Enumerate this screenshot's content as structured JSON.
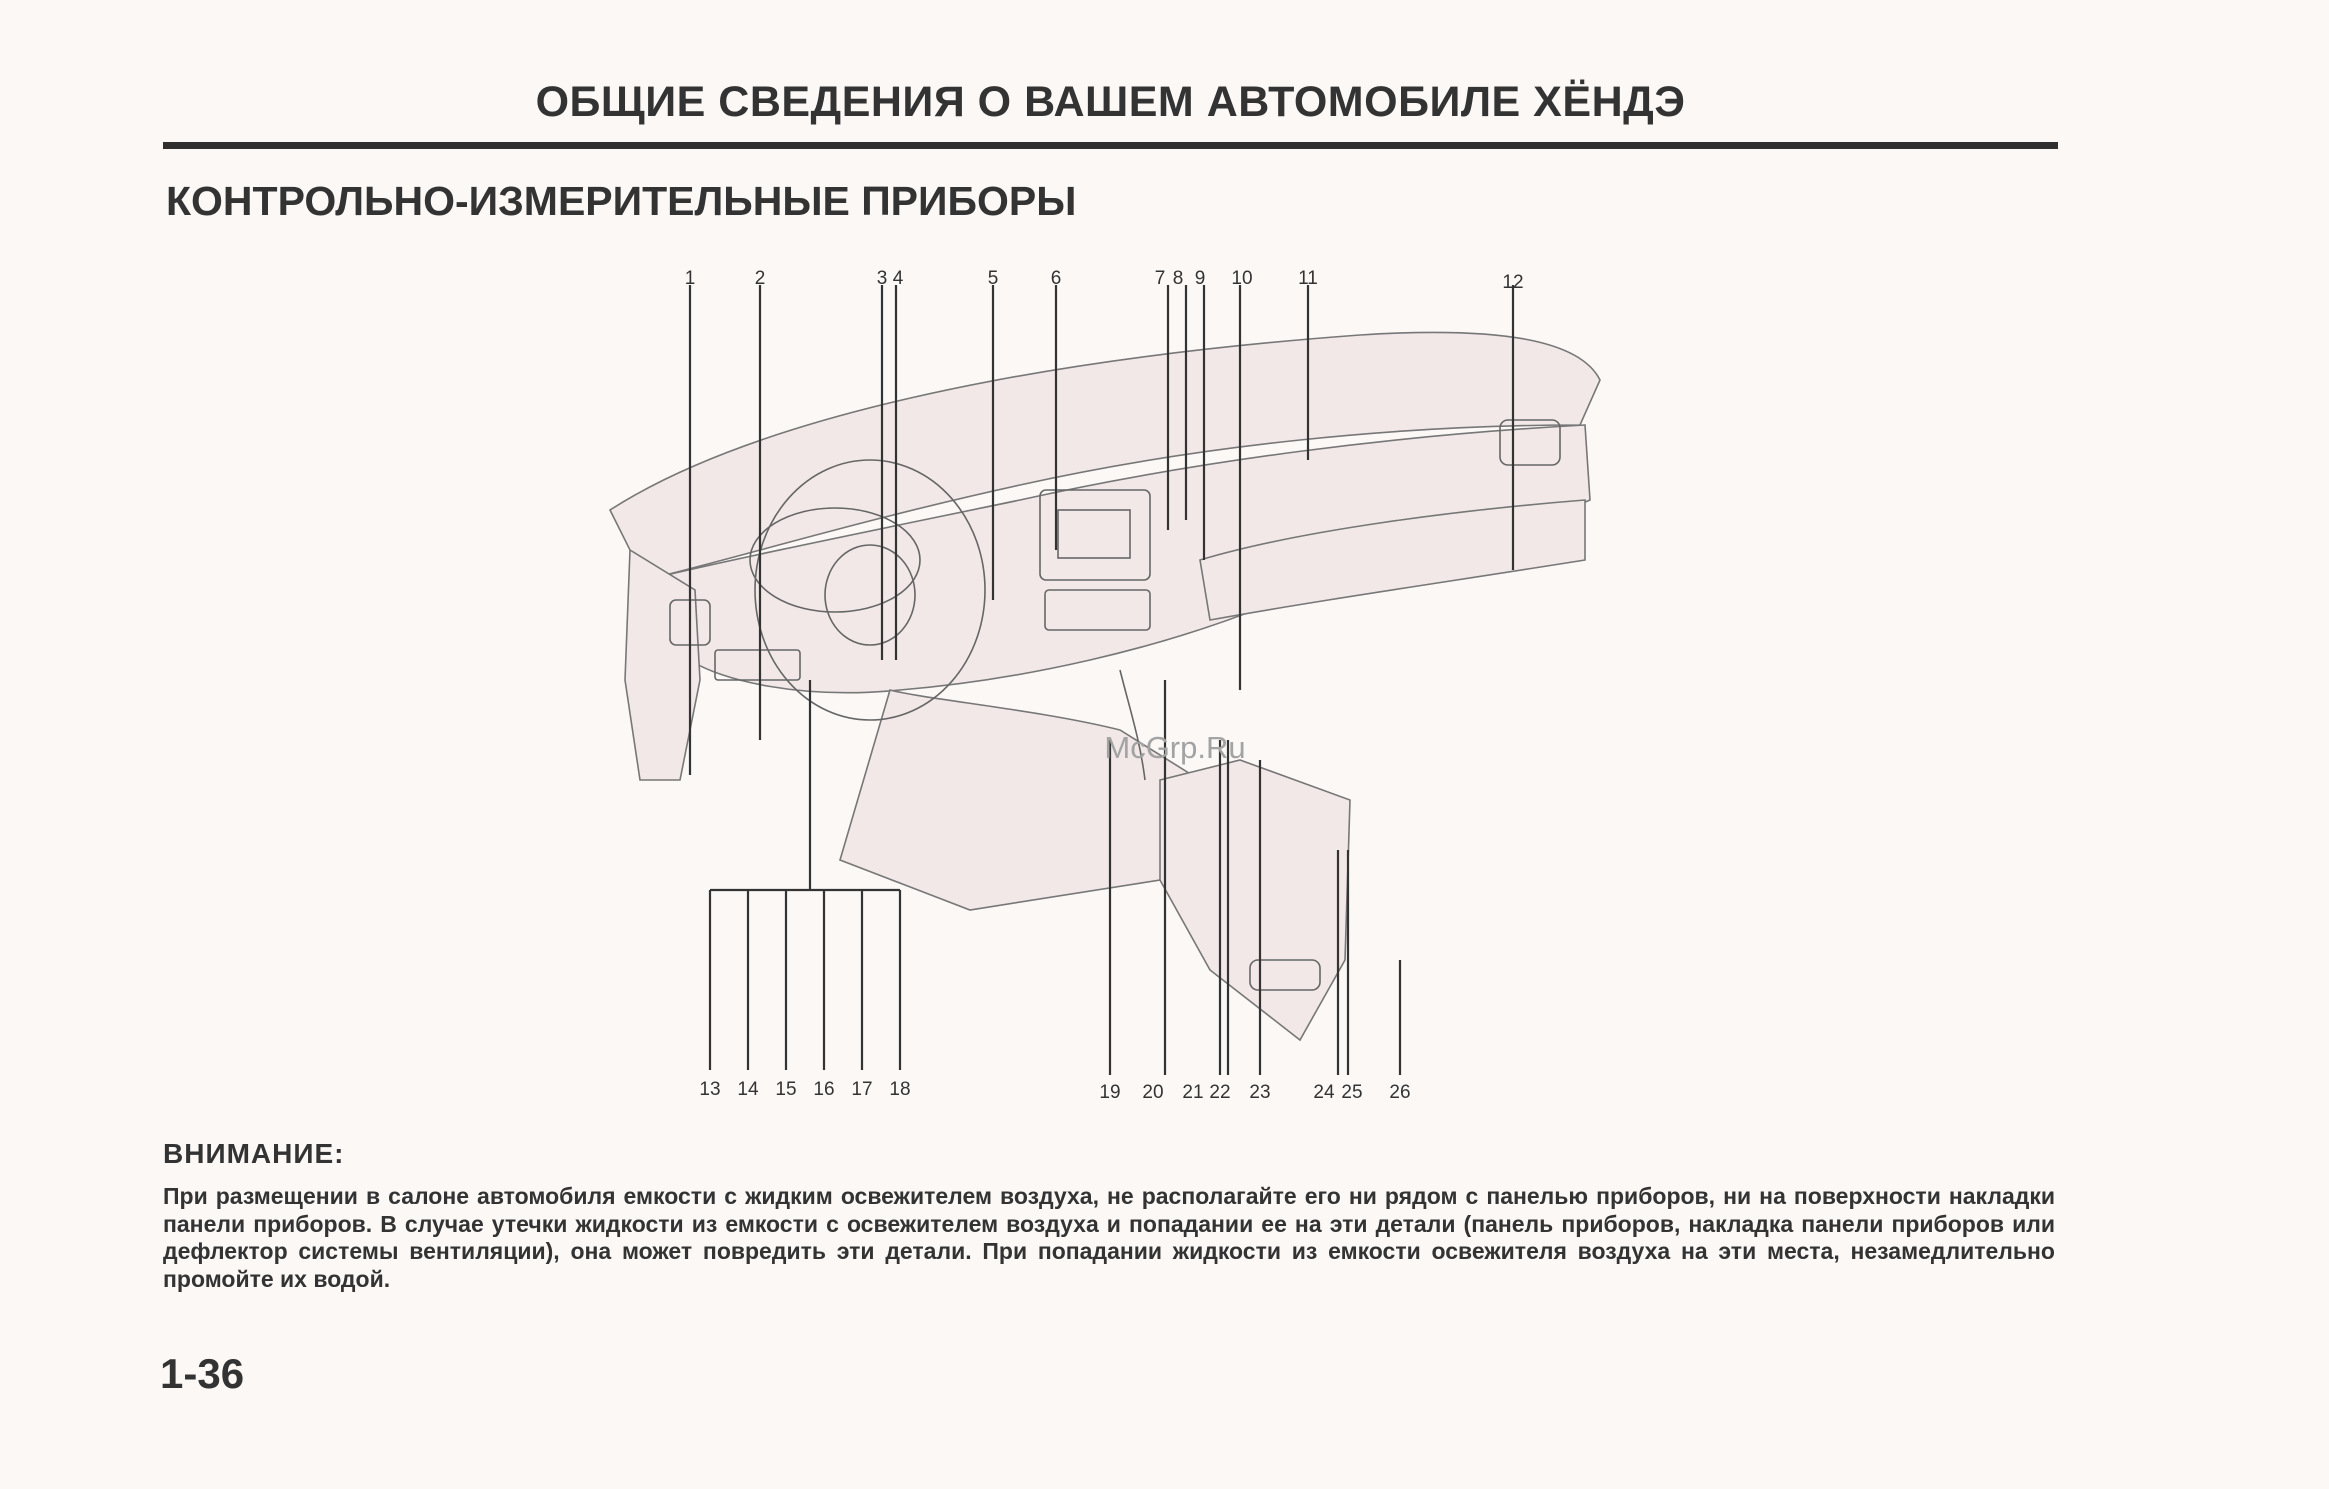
{
  "header": {
    "title": "ОБЩИЕ СВЕДЕНИЯ О ВАШЕМ АВТОМОБИЛЕ ХЁНДЭ"
  },
  "section": {
    "title": "КОНТРОЛЬНО-ИЗМЕРИТЕЛЬНЫЕ ПРИБОРЫ"
  },
  "figure": {
    "watermark": "McGrp.Ru",
    "callouts_top": [
      "1",
      "2",
      "3",
      "4",
      "5",
      "6",
      "7",
      "8",
      "9",
      "10",
      "11",
      "12"
    ],
    "callouts_bottom": [
      "13",
      "14",
      "15",
      "16",
      "17",
      "18",
      "19",
      "20",
      "21",
      "22",
      "23",
      "24",
      "25",
      "26"
    ]
  },
  "warning": {
    "title": "ВНИМАНИЕ:",
    "text": "При размещении в салоне автомобиля емкости с жидким освежителем воздуха, не располагайте его ни рядом с панелью приборов, ни на поверхности накладки панели приборов. В случае утечки жидкости из емкости с освежителем воздуха и попадании ее на эти детали (панель приборов, накладка панели приборов или дефлектор системы вентиляции), она может повредить эти детали. При попадании жидкости из емкости освежителя воздуха на эти места, незамедлительно промойте их водой."
  },
  "page_number": "1-36"
}
